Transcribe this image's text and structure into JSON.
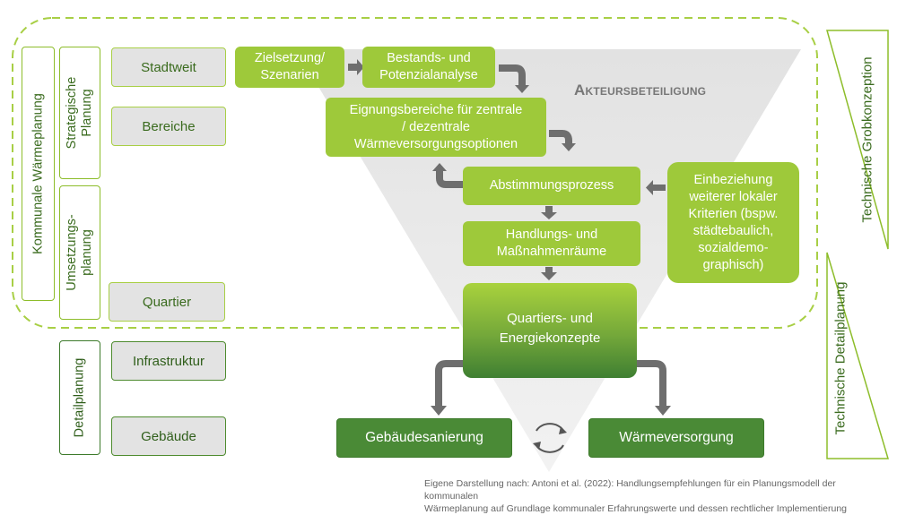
{
  "left_labels": {
    "kommunale": "Kommunale Wärmeplanung",
    "strategische": "Strategische Planung",
    "umsetzungs": "Umsetzungs-planung",
    "detail": "Detailplanung"
  },
  "scale_boxes": [
    "Stadtweit",
    "Bereiche",
    "Quartier",
    "Infrastruktur",
    "Gebäude"
  ],
  "process": {
    "zielsetzung": "Zielsetzung/ Szenarien",
    "bestands": "Bestands- und Potenzialanalyse",
    "eignung": "Eignungsbereiche für zentrale / dezentrale Wärmeversorgungsoptionen",
    "abstimmung": "Abstimmungsprozess",
    "handlung": "Handlungs- und Maßnahmenräume",
    "quartier": "Quartiers- und Energiekonzepte",
    "einbeziehung": "Einbeziehung weiterer lokaler Kriterien (bspw. städtebaulich, sozialdemo-graphisch)",
    "gebaeude": "Gebäudesanierung",
    "waerme": "Wärmeversorgung"
  },
  "title": "Akteursbeteiligung",
  "right_labels": {
    "grob": "Technische Grobkonzeption",
    "detail": "Technische Detailplanung"
  },
  "caption": {
    "line1": "Eigene Darstellung nach: Antoni et al. (2022): Handlungsempfehlungen für ein Planungsmodell der kommunalen",
    "line2": "Wärmeplanung auf Grundlage kommunaler Erfahrungswerte und dessen rechtlicher Implementierung"
  },
  "colors": {
    "light_green": "#9ec93a",
    "dark_green": "#4a8a36",
    "grey": "#e3e3e3"
  }
}
